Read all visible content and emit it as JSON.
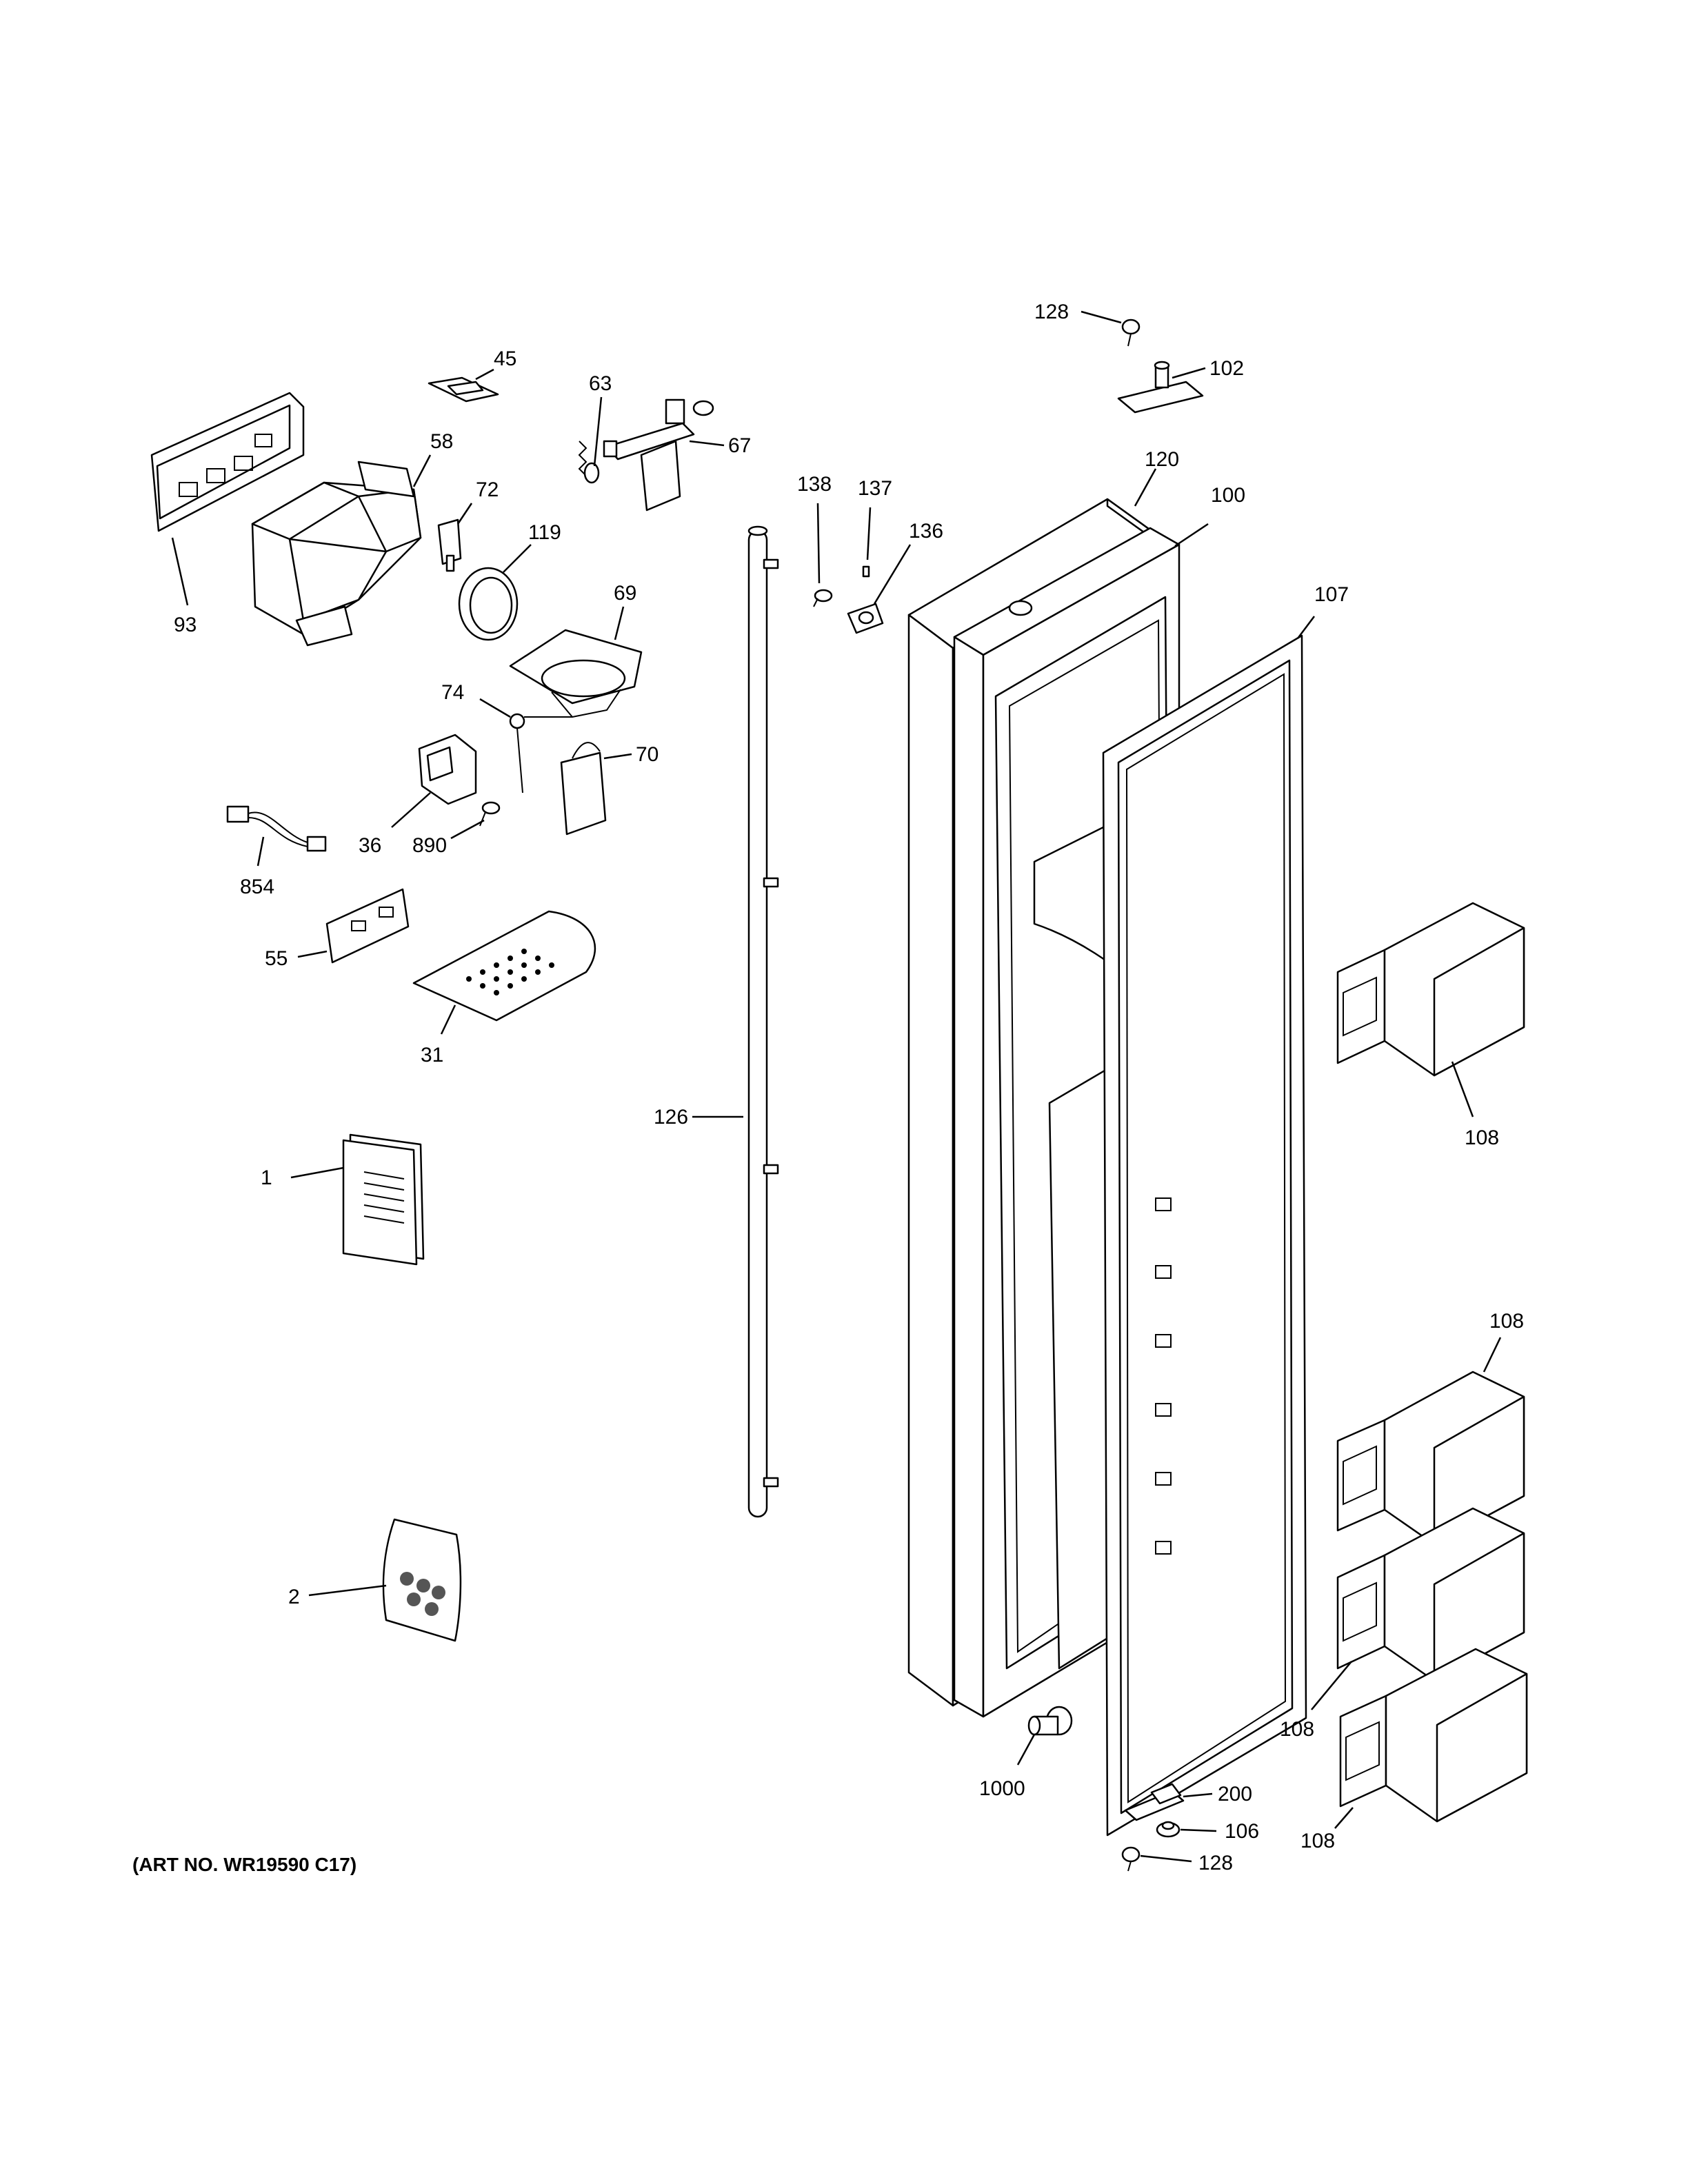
{
  "art_number": "(ART NO. WR19590 C17)",
  "callouts": {
    "c45": "45",
    "c63": "63",
    "c67": "67",
    "c58": "58",
    "c72": "72",
    "c119": "119",
    "c93": "93",
    "c69": "69",
    "c74": "74",
    "c70": "70",
    "c36": "36",
    "c890": "890",
    "c854": "854",
    "c55": "55",
    "c31": "31",
    "c1": "1",
    "c2": "2",
    "c126": "126",
    "c138": "138",
    "c137": "137",
    "c136": "136",
    "c128_top": "128",
    "c102": "102",
    "c120": "120",
    "c100": "100",
    "c107": "107",
    "c108_a": "108",
    "c108_b": "108",
    "c108_c": "108",
    "c108_d": "108",
    "c1000": "1000",
    "c200": "200",
    "c106": "106",
    "c128_bot": "128"
  }
}
